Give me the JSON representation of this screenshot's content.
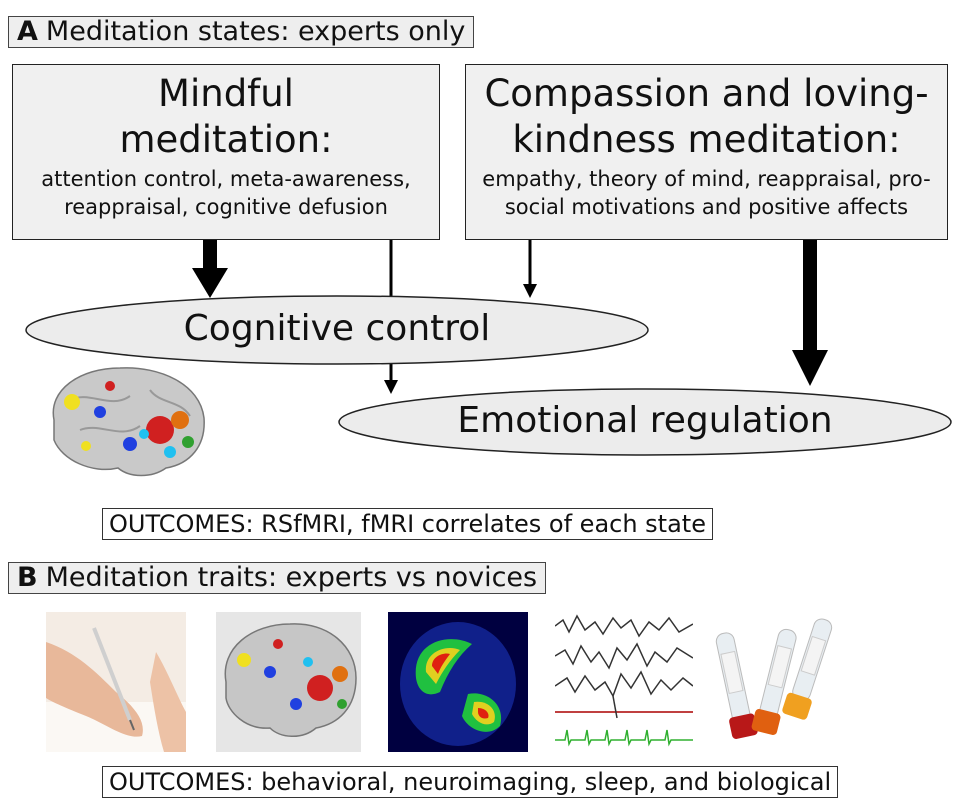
{
  "section_a": {
    "letter": "A",
    "title": "Meditation states: experts only"
  },
  "mindful": {
    "title": "Mindful meditation:",
    "subtitle": "attention control, meta-awareness, reappraisal, cognitive defusion"
  },
  "compassion": {
    "title": "Compassion and loving-kindness meditation:",
    "subtitle": "empathy, theory of mind, reappraisal, pro-social motivations and positive affects"
  },
  "cognitive_control": "Cognitive control",
  "emotional_regulation": "Emotional regulation",
  "outcomes_a": "OUTCOMES: RSfMRI, fMRI correlates of each state",
  "section_b": {
    "letter": "B",
    "title": "Meditation traits: experts vs novices"
  },
  "outcomes_b": "OUTCOMES: behavioral, neuroimaging, sleep, and biological",
  "icons": [
    "hand-writing-icon",
    "brain-fmri-icon",
    "pet-scan-icon",
    "eeg-trace-icon",
    "blood-tubes-icon"
  ],
  "colors": {
    "box_fill": "#f0f0f0",
    "ellipse_fill": "#ededed",
    "arrow": "#000000"
  }
}
